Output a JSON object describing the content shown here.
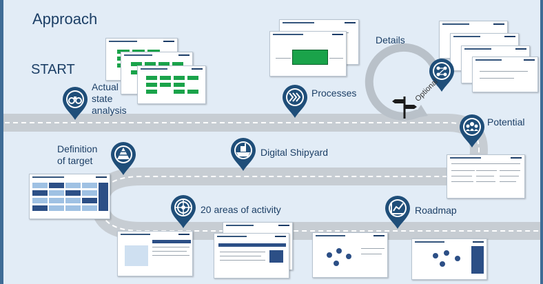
{
  "title": "Approach",
  "start": "START",
  "milestones": {
    "actual_state": "Actual\nstate\nanalysis",
    "processes": "Processes",
    "details": "Details",
    "optional": "Optional",
    "potential": "Potential",
    "definition": "Definition\nof target",
    "digital_shipyard": "Digital Shipyard",
    "areas": "20 areas of activity",
    "roadmap": "Roadmap"
  },
  "colors": {
    "road": "#c7cdd3",
    "road_dash": "#ffffff",
    "pin": "#1f4e79",
    "text": "#1c3f66",
    "frame": "#3f6c96",
    "highlight": "#1aa34a"
  },
  "icons": {
    "actual_state": "binoculars-icon",
    "processes": "chevrons-icon",
    "details": "flow-nodes-icon",
    "optional": "signpost-icon",
    "potential": "team-icon",
    "definition": "pyramid-icon",
    "digital_shipyard": "ship-icon",
    "areas": "target-icon",
    "roadmap": "trend-chart-icon"
  }
}
